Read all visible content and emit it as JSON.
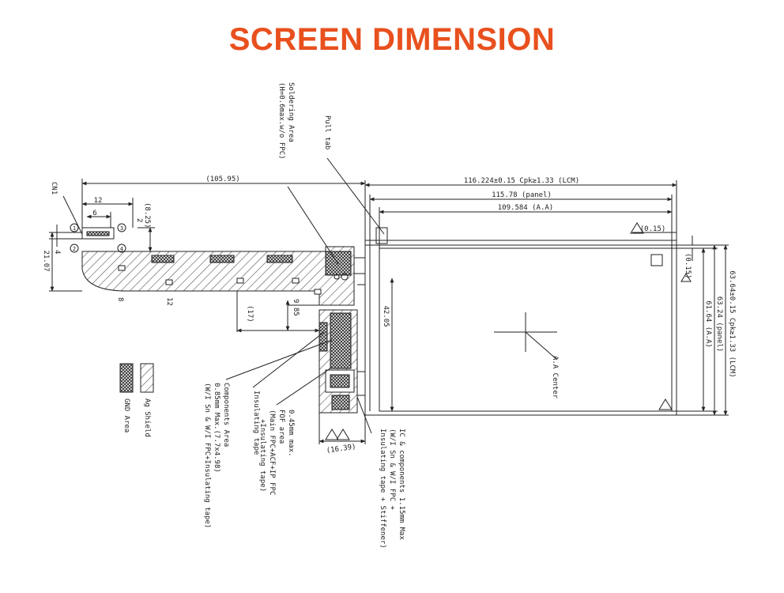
{
  "title": "SCREEN DIMENSION",
  "colors": {
    "title": "#E8501E",
    "line": "#222222",
    "hatch": "#555555"
  },
  "dimensions": {
    "lcm_width": "116.224±0.15 Cpk≥1.33 (LCM)",
    "panel_width": "115.78 (panel)",
    "aa_width": "109.584 (A.A)",
    "lcm_height": "63.64±0.15 Cpk≥1.33 (LCM)",
    "panel_height": "63.24 (panel)",
    "aa_height": "61.64 (A.A)",
    "fpc_length": "(105.95)",
    "offset_015_top": "(0.15)",
    "offset_015_side": "(0.15)",
    "d_12": "12",
    "d_6": "6",
    "d_825": "(8.25)",
    "d_2": "2",
    "d_4": "4",
    "d_2107": "21.07",
    "d_8": "8",
    "d_12b": "12",
    "d_17": "(17)",
    "d_985": "9.85",
    "d_4205": "42.05",
    "d_1639": "(16.39)"
  },
  "labels": {
    "cn1": "CN1",
    "aa_center": "A.A Center",
    "pull_tab": "Pull tab",
    "soldering_area": [
      "Soldering Area",
      "(H=0.6max.w/o FPC)"
    ],
    "components_area": [
      "Components Area",
      "0.85mm Max.(7.7x4.98)",
      "(W/I Sn & W/I FPC+Insulating tape)"
    ],
    "insulating_tape": "Insulating tape",
    "fof_area": [
      "0.45mm max.",
      "FOF area",
      "(Main FPC+ACF+IP FPC",
      "+Insulating tape)"
    ],
    "ic_components": [
      "IC & components 1.15mm Max",
      "(W/I Sn & W/I FPC + ",
      "Insulating tape + Stiffener)"
    ],
    "connector_marks": [
      "1",
      "2",
      "3",
      "4"
    ]
  },
  "legend": [
    {
      "label": "Ag Shield",
      "pattern": "diagonal"
    },
    {
      "label": "GND Area",
      "pattern": "crosshatch"
    }
  ]
}
